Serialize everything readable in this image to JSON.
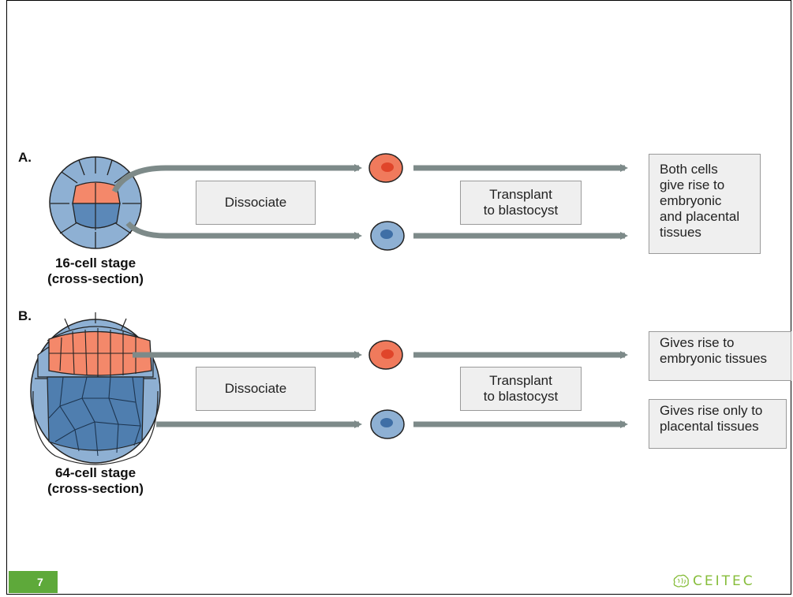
{
  "panel_a": {
    "label": "A.",
    "stage_line1": "16-cell stage",
    "stage_line2": "(cross-section)",
    "dissociate": "Dissociate",
    "transplant_line1": "Transplant",
    "transplant_line2": "to blastocyst",
    "result_lines": [
      "Both cells",
      "give rise to",
      "embryonic",
      "and placental",
      "tissues"
    ]
  },
  "panel_b": {
    "label": "B.",
    "stage_line1": "64-cell stage",
    "stage_line2": "(cross-section)",
    "dissociate": "Dissociate",
    "transplant_line1": "Transplant",
    "transplant_line2": "to blastocyst",
    "result_top_lines": [
      "Gives rise to",
      "embryonic tissues"
    ],
    "result_bottom_lines": [
      "Gives rise only to",
      "placental tissues"
    ]
  },
  "footer": {
    "page_number": "7",
    "logo_text": "CEITEC"
  },
  "colors": {
    "outer_cell": "#8eb0d3",
    "inner_cell_blue": "#5b88b8",
    "inner_cell_orange": "#f4886a",
    "arrow": "#7d8a89",
    "green": "#5ea93a"
  }
}
